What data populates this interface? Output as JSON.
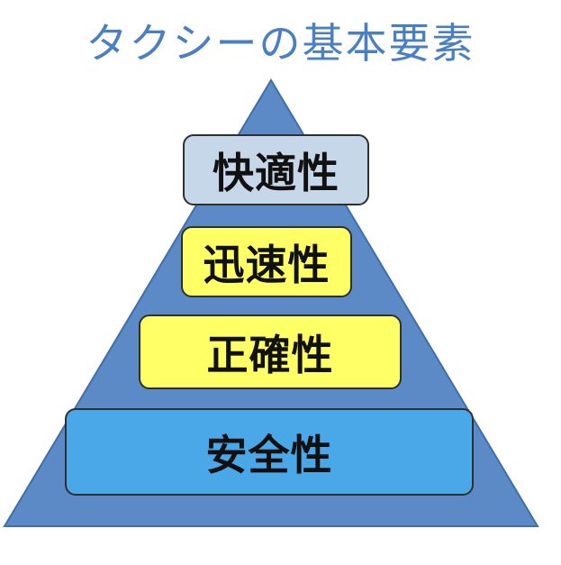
{
  "title": "タクシーの基本要素",
  "colors": {
    "title": "#4a7fc1",
    "pyramid_fill": "#5b8ac6",
    "pyramid_stroke": "#3f6ea8",
    "comfort_fill": "#c7d7ea",
    "speed_fill": "#ffff66",
    "accuracy_fill": "#ffff66",
    "safety_fill": "#4aa8e8"
  },
  "tiers": [
    {
      "label": "快適性"
    },
    {
      "label": "迅速性"
    },
    {
      "label": "正確性"
    },
    {
      "label": "安全性"
    }
  ]
}
